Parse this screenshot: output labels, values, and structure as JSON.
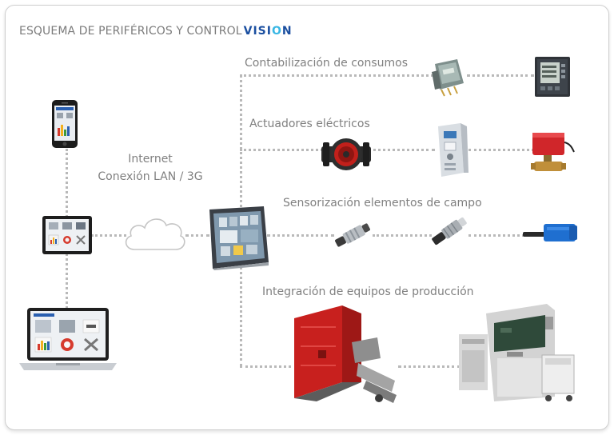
{
  "title": {
    "text": "ESQUEMA DE PERIFÉRICOS Y CONTROL",
    "brand_a": "VISI",
    "brand_b": "O",
    "brand_c": "N"
  },
  "network": {
    "line1": "Internet",
    "line2": "Conexión LAN / 3G"
  },
  "branches": [
    {
      "label": "Contabilización de consumos"
    },
    {
      "label": "Actuadores eléctricos"
    },
    {
      "label": "Sensorización elementos de campo"
    },
    {
      "label": "Integración de equipos  de producción"
    }
  ],
  "colors": {
    "line": "#b9b9b9",
    "text": "#808080",
    "brand_blue": "#1b4fa0",
    "brand_cyan": "#39b7e4",
    "boiler_red": "#c8201e"
  },
  "icons": [
    "smartphone-icon",
    "tablet-icon",
    "laptop-icon",
    "cloud-icon",
    "touch-panel-icon",
    "energy-meter-icon",
    "power-analyzer-icon",
    "circulator-pump-icon",
    "frequency-drive-icon",
    "motorized-valve-icon",
    "probe-sensor-icon",
    "proximity-sensor-icon",
    "clamp-sensor-icon",
    "biomass-boiler-icon",
    "pellet-boiler-icon"
  ]
}
